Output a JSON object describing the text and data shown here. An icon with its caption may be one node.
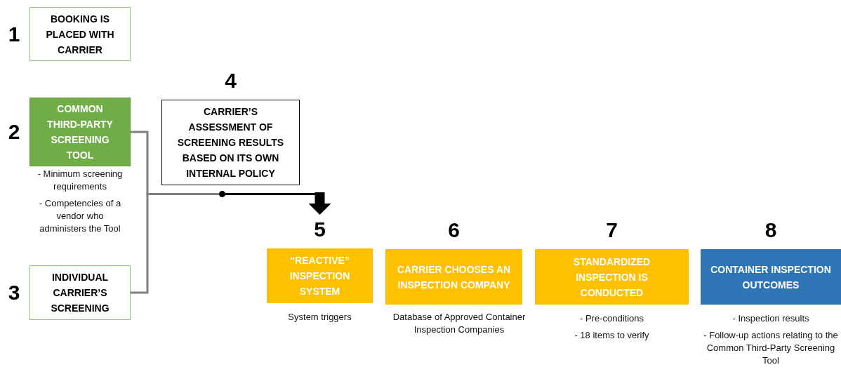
{
  "diagram": {
    "nodes": [
      {
        "text": [
          "BOOKING IS PLACED WITH CARRIER"
        ],
        "beside": [
          "1"
        ]
      },
      {
        "text": [
          "COMMON THIRD-PARTY SCREENING TOOL"
        ],
        "beside": [
          "2",
          "- Minimum screening requirements",
          "- Competencies of a vendor who administers the Tool"
        ]
      },
      {
        "text": [
          "INDIVIDUAL CARRIER’S SCREENING"
        ],
        "beside": [
          "3"
        ]
      },
      {
        "text": [
          "CARRIER’S ASSESSMENT OF SCREENING RESULTS BASED ON ITS OWN INTERNAL POLICY"
        ],
        "beside": [
          "4"
        ]
      },
      {
        "text": [],
        "shape": "circle"
      },
      {
        "text": [
          "“REACTIVE” INSPECTION SYSTEM"
        ],
        "beside": [
          "5",
          "System triggers"
        ]
      },
      {
        "text": [
          "CARRIER CHOOSES AN INSPECTION COMPANY"
        ],
        "beside": [
          "6",
          "Database of Approved Container Inspection Companies"
        ]
      },
      {
        "text": [
          "STANDARDIZED INSPECTION IS CONDUCTED"
        ],
        "beside": [
          "7",
          "- Pre-conditions",
          "- 18 items to verify"
        ]
      },
      {
        "text": [
          "CONTAINER INSPECTION OUTCOMES"
        ],
        "beside": [
          "8",
          "- Inspection results",
          "- Follow-up actions relating to the Common Third-Party Screening Tool"
        ]
      }
    ],
    "edges": [
      {
        "from": 1,
        "to": 4,
        "arrow": "none",
        "color": "#808080"
      },
      {
        "from": 2,
        "to": 4,
        "arrow": "none",
        "color": "#808080"
      },
      {
        "from": 4,
        "to": 5,
        "arrow": "to",
        "color": "#000000"
      }
    ]
  }
}
